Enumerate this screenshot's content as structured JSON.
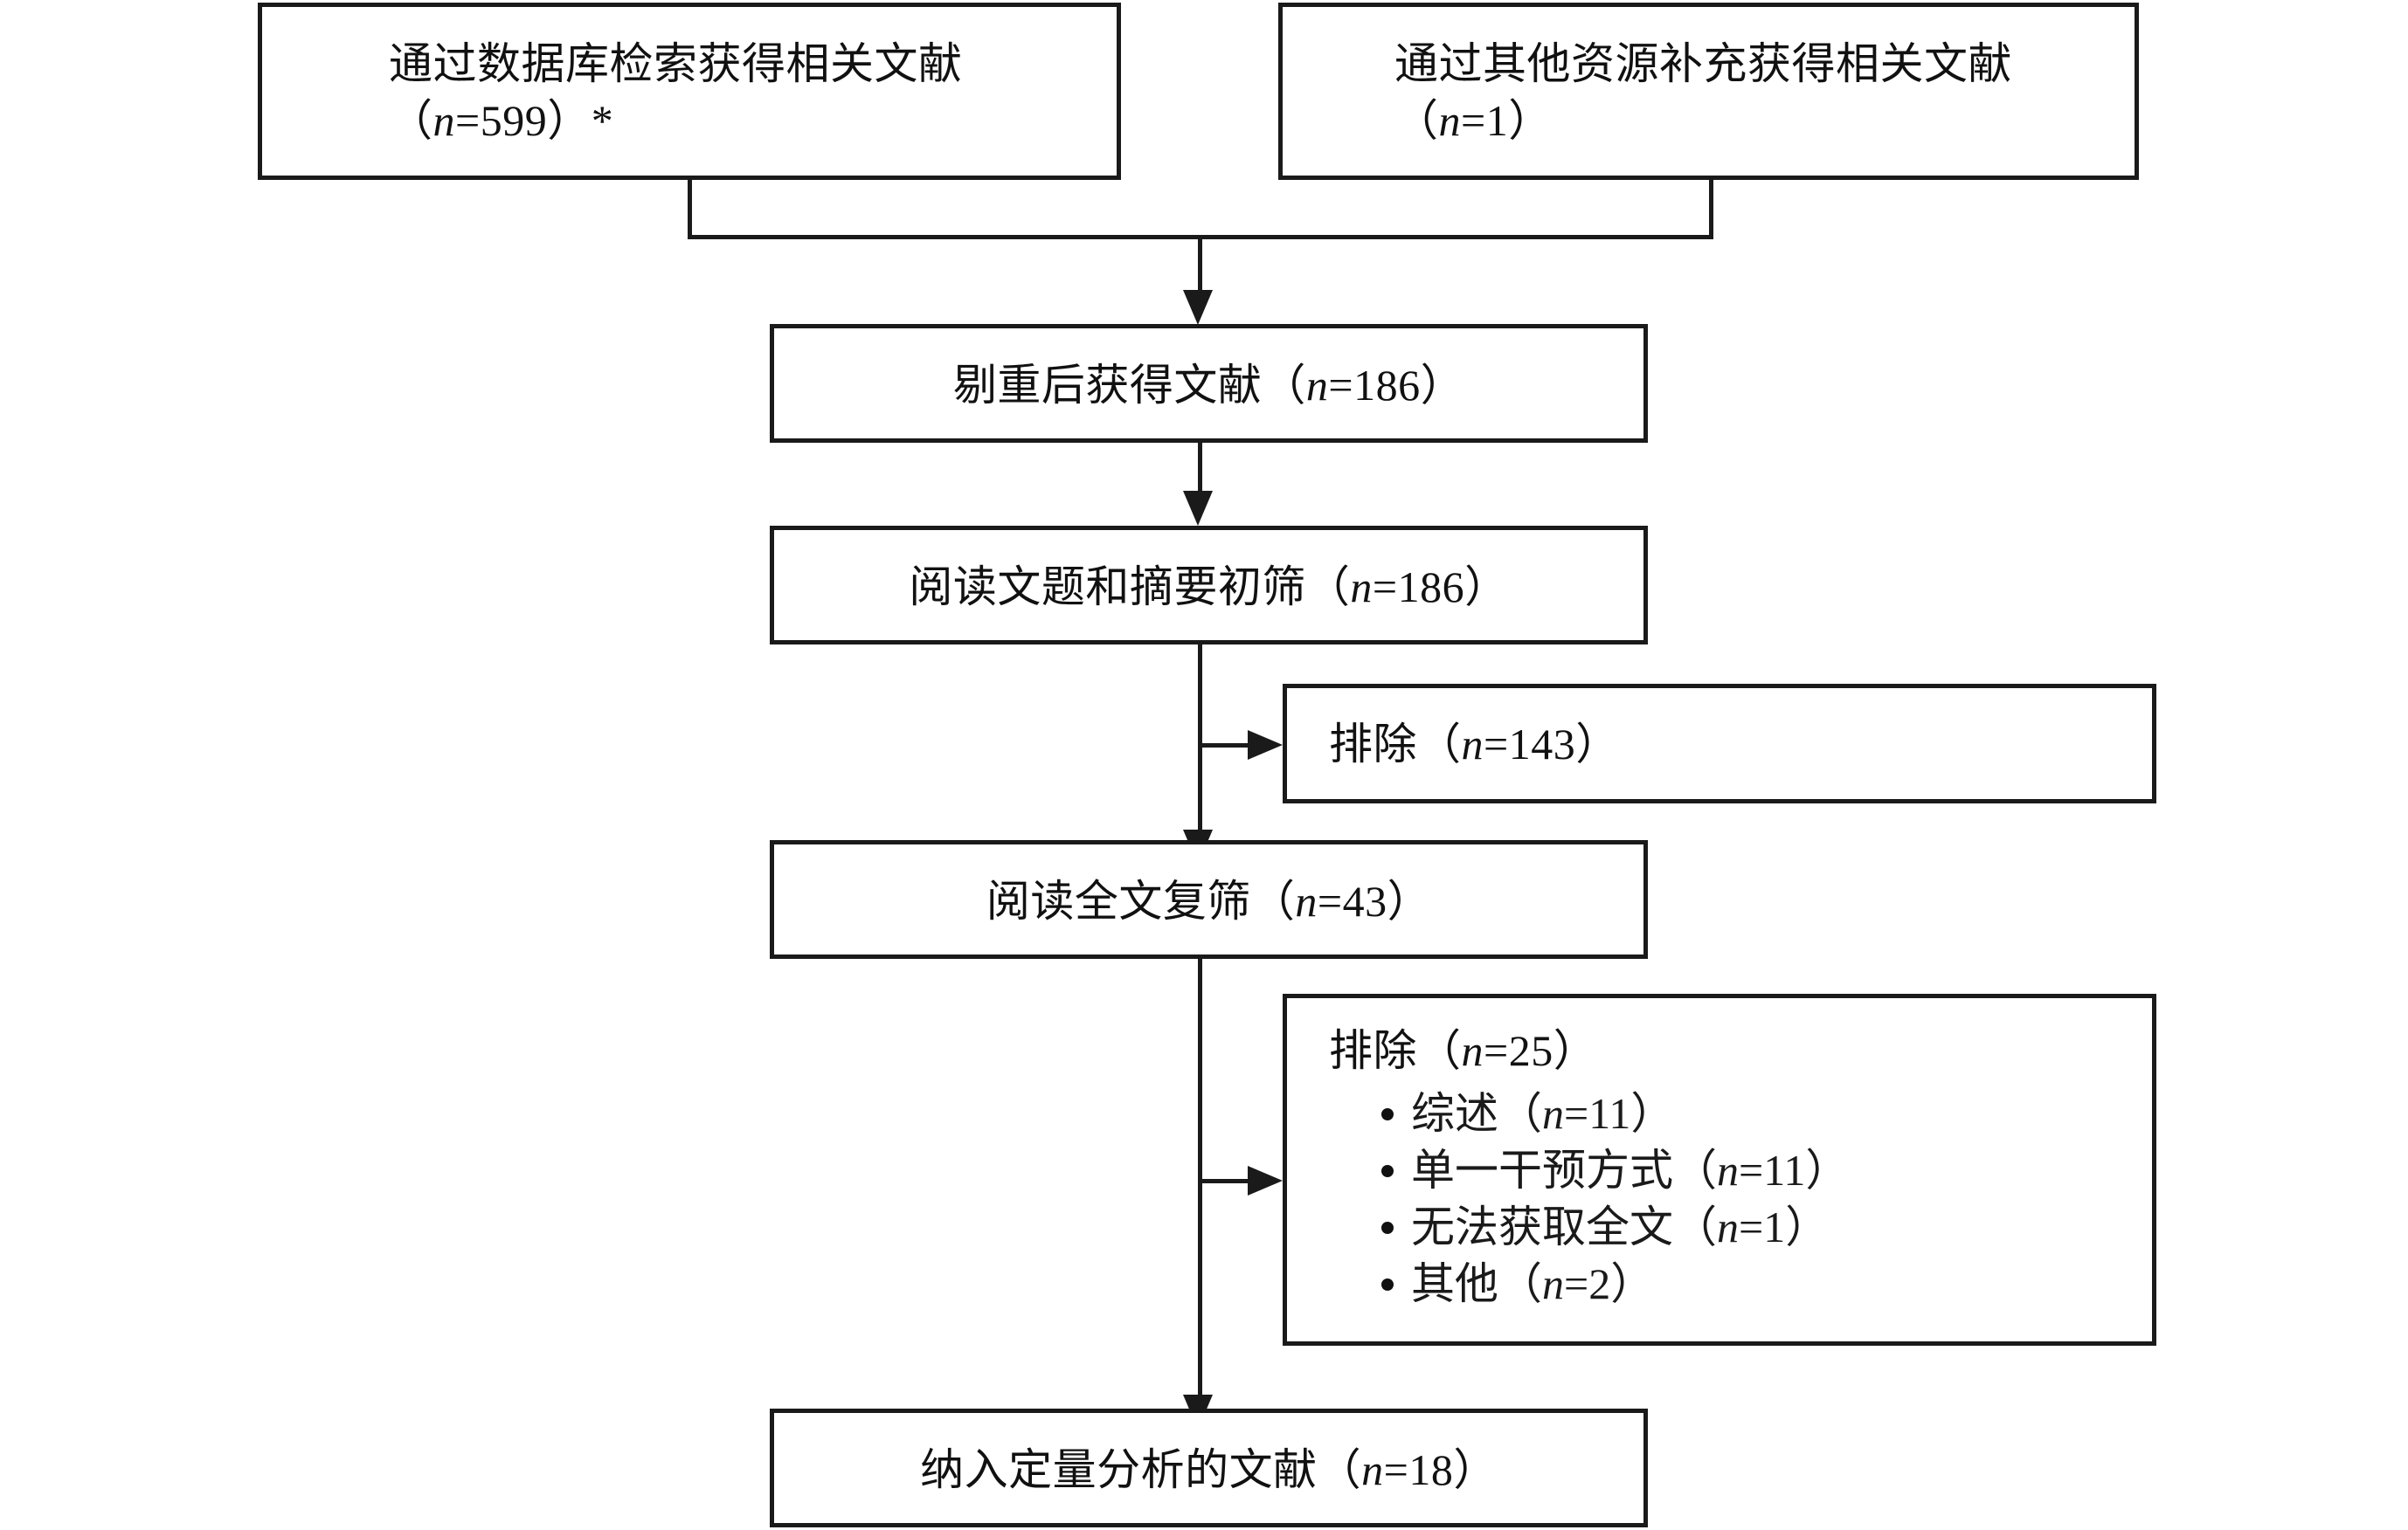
{
  "diagram": {
    "type": "prisma-flowchart",
    "title_text": "",
    "boxes": {
      "db_search": {
        "line1": "通过数据库检索获得相关文献",
        "line2_pre": "（",
        "line2_var": "n",
        "line2_post": "=599）*"
      },
      "other_sources": {
        "line1": "通过其他资源补充获得相关文献",
        "line2_pre": "（",
        "line2_var": "n",
        "line2_post": "=1）"
      },
      "deduplicated": {
        "pre": "剔重后获得文献（",
        "var": "n",
        "post": "=186）"
      },
      "title_abstract_screen": {
        "pre": "阅读文题和摘要初筛（",
        "var": "n",
        "post": "=186）"
      },
      "excluded_screen": {
        "pre": "排除（",
        "var": "n",
        "post": "=143）"
      },
      "fulltext_screen": {
        "pre": "阅读全文复筛（",
        "var": "n",
        "post": "=43）"
      },
      "excluded_fulltext": {
        "header_pre": "排除（",
        "header_var": "n",
        "header_post": "=25）",
        "reasons": [
          {
            "pre": "综述（",
            "var": "n",
            "post": "=11）"
          },
          {
            "pre": "单一干预方式（",
            "var": "n",
            "post": "=11）"
          },
          {
            "pre": "无法获取全文（",
            "var": "n",
            "post": "=1）"
          },
          {
            "pre": "其他（",
            "var": "n",
            "post": "=2）"
          }
        ]
      },
      "included_quantitative": {
        "pre": "纳入定量分析的文献（",
        "var": "n",
        "post": "=18）"
      }
    },
    "colors": {
      "stroke": "#1a1a1a",
      "text": "#111111",
      "background": "#ffffff"
    }
  }
}
